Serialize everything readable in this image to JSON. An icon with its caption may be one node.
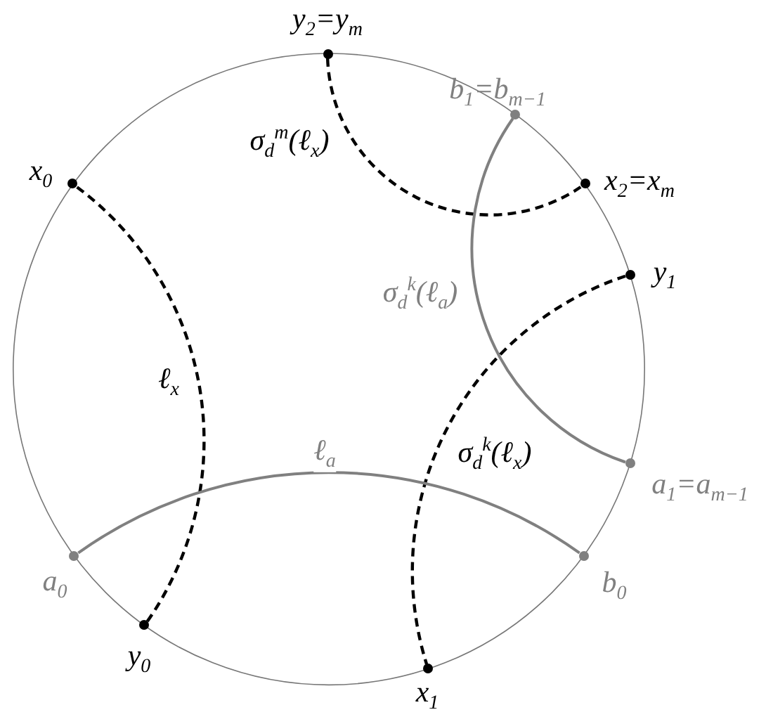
{
  "diagram": {
    "nodes": [
      {
        "text": [],
        "shape": "circle",
        "beside": [
          "y$_{2}$=y$_{m}$"
        ]
      },
      {
        "text": [],
        "shape": "circle",
        "beside": [
          "b$_{1}$=b$_{m−1}$"
        ]
      },
      {
        "text": [],
        "shape": "circle",
        "beside": [
          "x$_{0}$"
        ]
      },
      {
        "text": [],
        "shape": "circle",
        "beside": [
          "x$_{2}$=x$_{m}$"
        ]
      },
      {
        "text": [],
        "shape": "circle",
        "beside": [
          "y$_{1}$"
        ]
      },
      {
        "text": [],
        "shape": "circle",
        "beside": [
          "a$_{1}$=a$_{m−1}$"
        ]
      },
      {
        "text": [],
        "shape": "circle",
        "beside": [
          "a$_{0}$"
        ]
      },
      {
        "text": [],
        "shape": "circle",
        "beside": [
          "b$_{0}$"
        ]
      },
      {
        "text": [],
        "shape": "circle",
        "beside": [
          "y$_{0}$"
        ]
      },
      {
        "text": [],
        "shape": "circle",
        "beside": [
          "x$_{1}$"
        ]
      }
    ],
    "edges": [
      {
        "from": 2,
        "to": 8,
        "arrow": "none",
        "style": "dashed",
        "label": "ℓ$_{x}$"
      },
      {
        "from": 0,
        "to": 3,
        "arrow": "none",
        "style": "dashed",
        "label": "σ$_{d}$$^{m}$(ℓ$_{x}$)"
      },
      {
        "from": 1,
        "to": 5,
        "arrow": "none",
        "color": "#808080",
        "label": "σ$_{d}$$^{k}$(ℓ$_{a}$)"
      },
      {
        "from": 4,
        "to": 9,
        "arrow": "none",
        "style": "dashed",
        "label": "σ$_{d}$$^{k}$(ℓ$_{x}$)"
      },
      {
        "from": 6,
        "to": 7,
        "arrow": "none",
        "color": "#808080",
        "label": "ℓ$_{a}$"
      }
    ]
  }
}
